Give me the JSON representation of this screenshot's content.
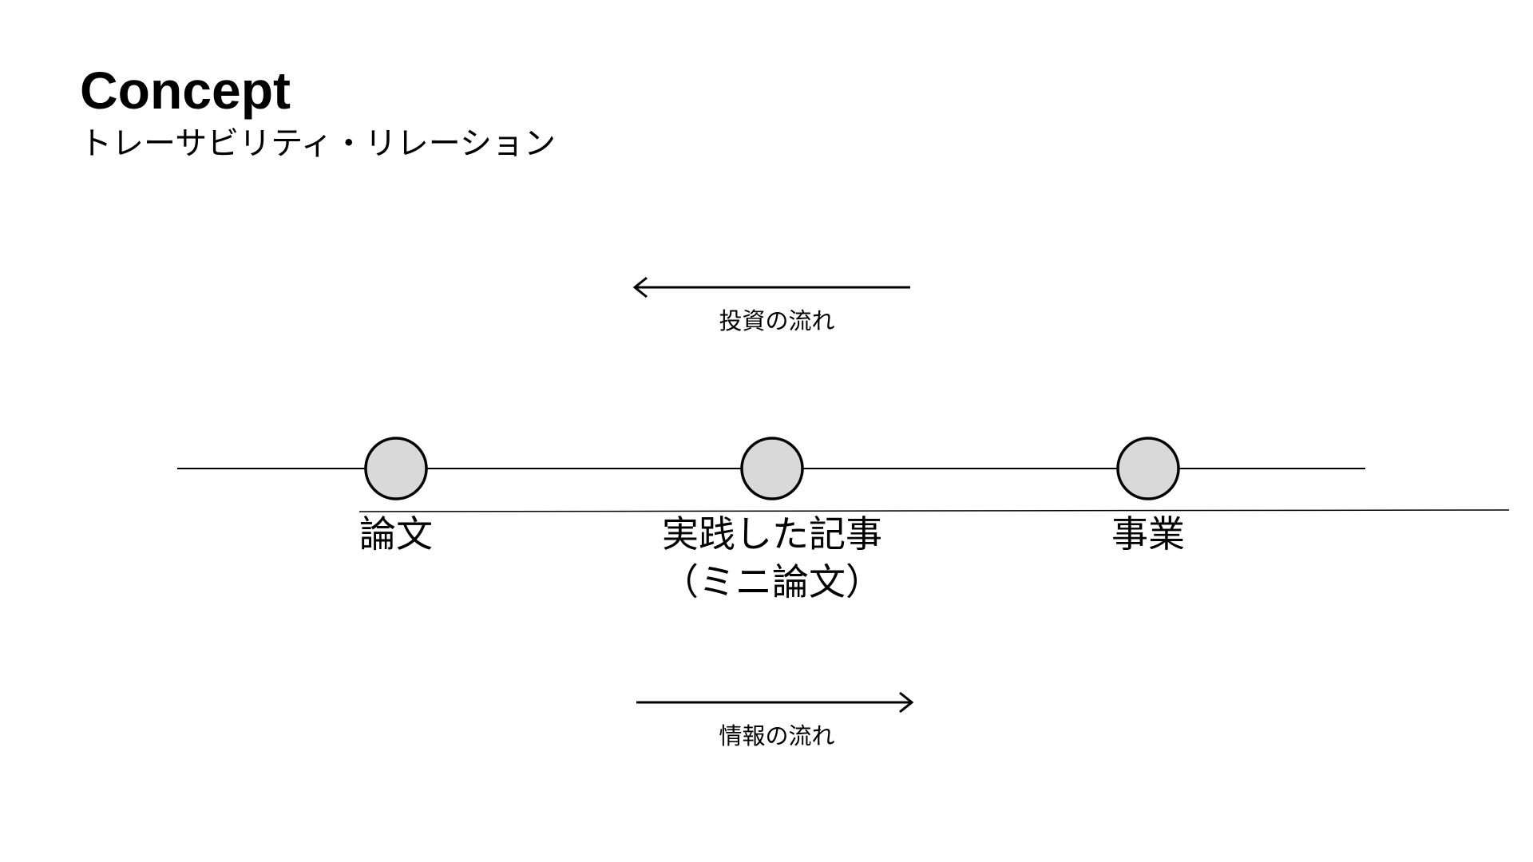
{
  "header": {
    "title": "Concept",
    "subtitle": "トレーサビリティ・リレーション"
  },
  "flows": {
    "investment": {
      "label": "投資の流れ",
      "direction": "left"
    },
    "information": {
      "label": "情報の流れ",
      "direction": "right"
    }
  },
  "nodes": [
    {
      "label": "論文",
      "sublabel": ""
    },
    {
      "label": "実践した記事",
      "sublabel": "（ミニ論文）"
    },
    {
      "label": "事業",
      "sublabel": ""
    }
  ],
  "colors": {
    "node_fill": "#d9d9d9",
    "stroke": "#000000",
    "background": "#ffffff"
  }
}
